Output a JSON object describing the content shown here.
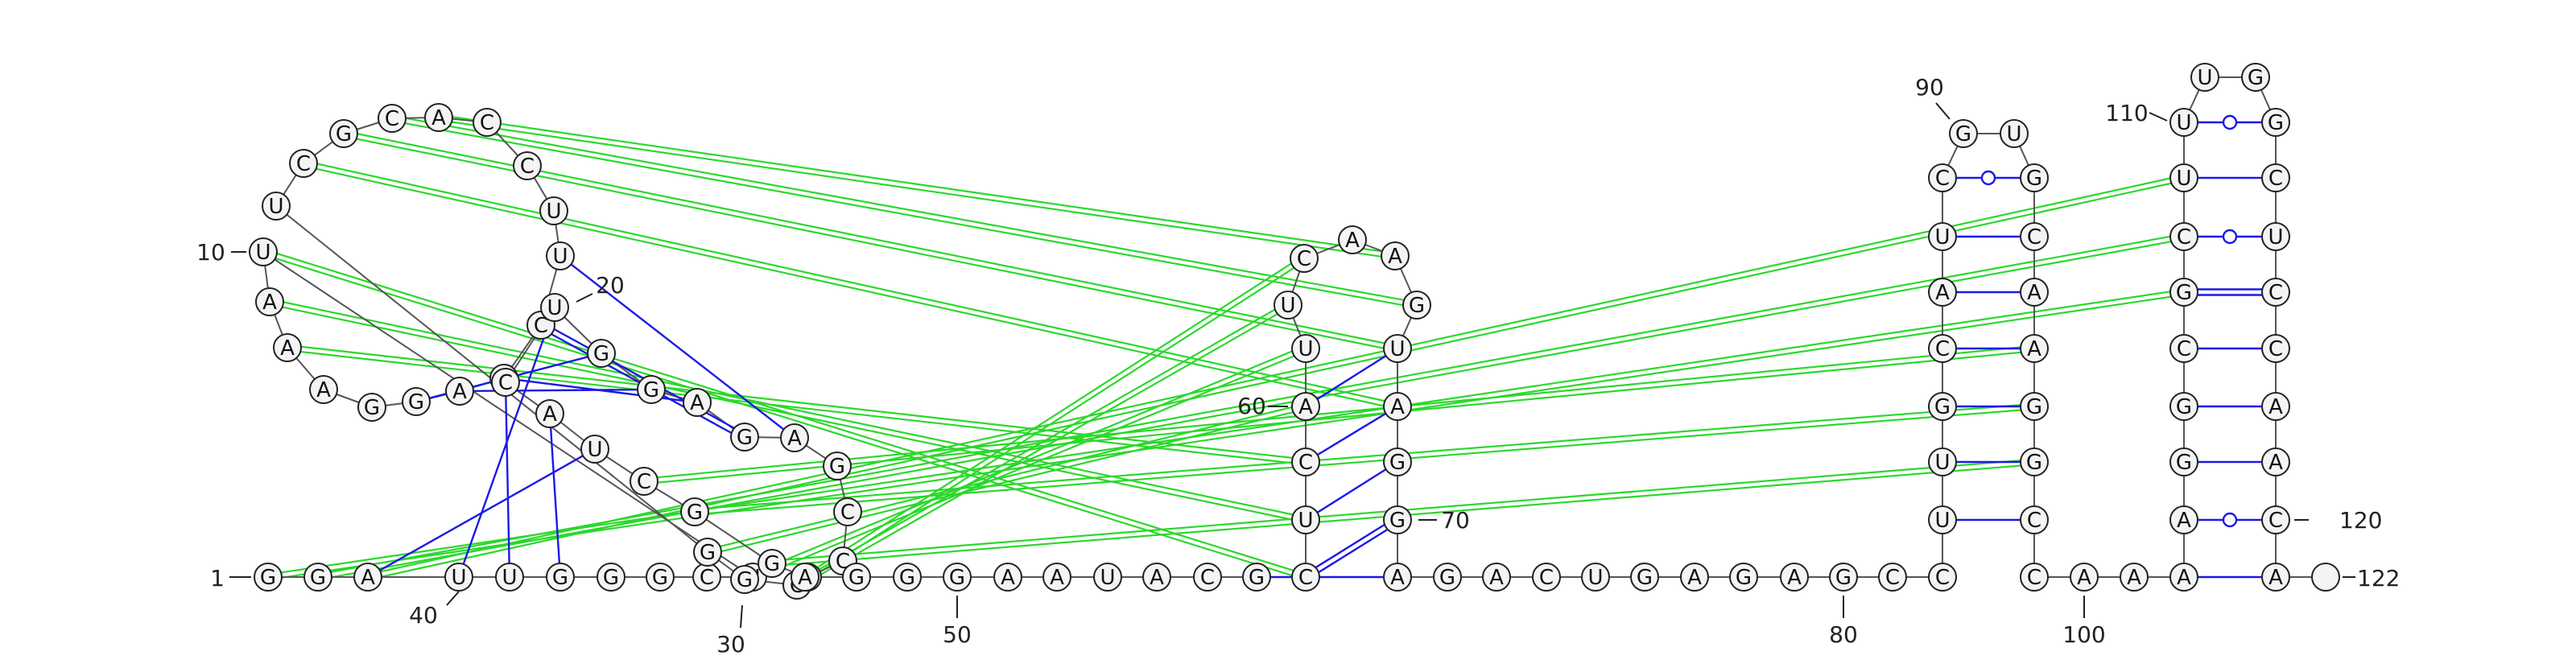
{
  "diagram": {
    "sequence": "GGAUUGGGCUUAAAGGAGCUUCCACGCUGGCGCCGAGAGGUCAUCGGAGGGAAUACGCUCAUUCAAGUAGGAGACUGAGAGCCUUGCAUCGUGCAAGGCCAAAAGGCGCUUUGGCUCCAACA",
    "colors": {
      "backbone": "#555555",
      "base_pair": "#1a1ae6",
      "pseudoknot": "#2bd82b",
      "nucleotide_fill": "#f4f4f4"
    },
    "position_labels": [
      {
        "n": 1,
        "text": "1"
      },
      {
        "n": 10,
        "text": "10"
      },
      {
        "n": 20,
        "text": "20"
      },
      {
        "n": 30,
        "text": "30"
      },
      {
        "n": 40,
        "text": "40"
      },
      {
        "n": 50,
        "text": "50"
      },
      {
        "n": 60,
        "text": "60"
      },
      {
        "n": 70,
        "text": "70"
      },
      {
        "n": 80,
        "text": "80"
      },
      {
        "n": 90,
        "text": "90"
      },
      {
        "n": 100,
        "text": "100"
      },
      {
        "n": 110,
        "text": "110"
      },
      {
        "n": 120,
        "text": "120"
      },
      {
        "n": 122,
        "text": "122"
      }
    ]
  }
}
